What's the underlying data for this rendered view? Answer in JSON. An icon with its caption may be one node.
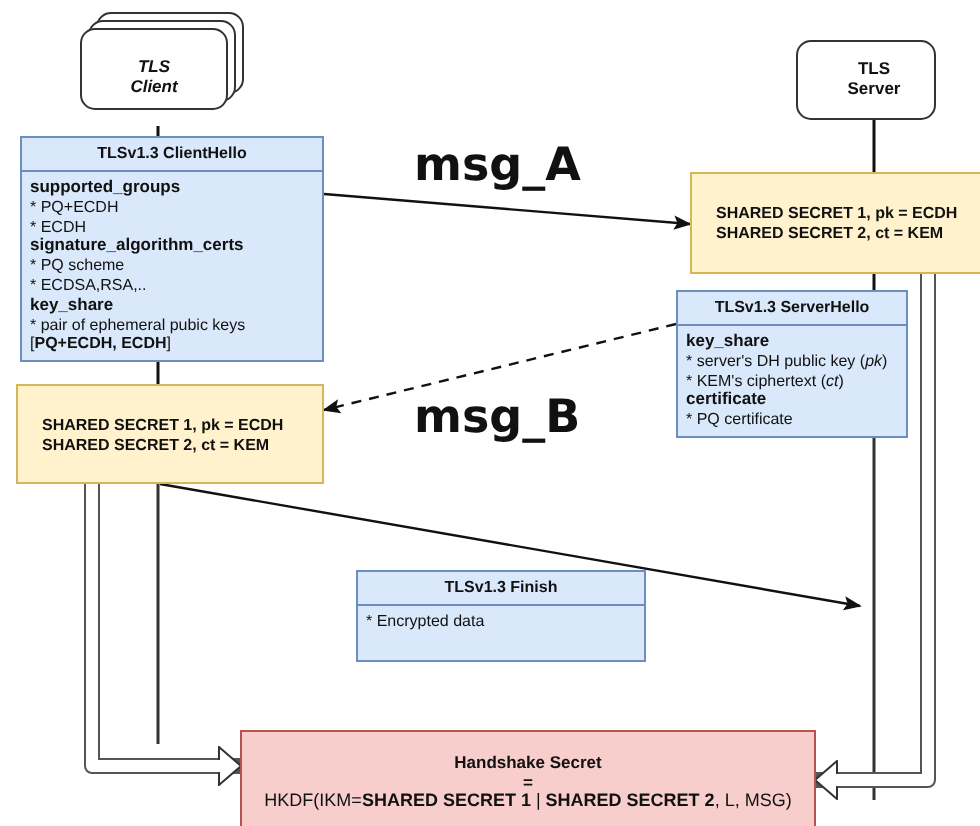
{
  "diagram": {
    "nodes": [
      {
        "text": [
          "TLS",
          "Client"
        ]
      },
      {
        "text": [
          "TLSv1.3 ClientHello",
          "supported_groups",
          "* PQ+ECDH",
          "* ECDH",
          "signature_algorithm_certs",
          "* PQ scheme",
          "* ECDSA,RSA,..",
          "key_share",
          "* pair of ephemeral pubic keys",
          "[**PQ+ECDH, ECDH**]"
        ]
      },
      {
        "text": [
          "SHARED SECRET 1, pk = ECDH",
          "SHARED SECRET 2,  ct = KEM"
        ]
      },
      {
        "text": [
          "TLS",
          "Server"
        ]
      },
      {
        "text": [
          "SHARED SECRET 1, pk = ECDH",
          "SHARED SECRET 2,  ct = KEM"
        ]
      },
      {
        "text": [
          "TLSv1.3 ServerHello",
          "key_share",
          "* server's DH public key (*pk*)",
          "* KEM's ciphertext (*ct*)",
          "certificate",
          "* PQ certificate"
        ]
      },
      {
        "text": [
          "TLSv1.3 Finish",
          "* Encrypted data"
        ]
      },
      {
        "text": [
          "Handshake Secret",
          "=",
          "HKDF(IKM=**SHARED SECRET 1** | **SHARED SECRET 2**, L, MSG)"
        ]
      }
    ],
    "edges": [
      {
        "from": 0,
        "to": 1,
        "arrow": "none"
      },
      {
        "from": 1,
        "to": 2,
        "arrow": "none"
      },
      {
        "from": 3,
        "to": 4,
        "arrow": "none"
      },
      {
        "from": 4,
        "to": 5,
        "arrow": "none"
      },
      {
        "from": 1,
        "to": 4,
        "arrow": "to",
        "label": "msg_A"
      },
      {
        "from": 5,
        "to": 2,
        "arrow": "to",
        "label": "msg_B",
        "style": "dashed"
      },
      {
        "from": 2,
        "to": null,
        "arrow": "to"
      },
      {
        "from": 2,
        "to": 7,
        "arrow": "to",
        "style": "thick"
      },
      {
        "from": 4,
        "to": 7,
        "arrow": "to",
        "style": "thick"
      }
    ]
  }
}
